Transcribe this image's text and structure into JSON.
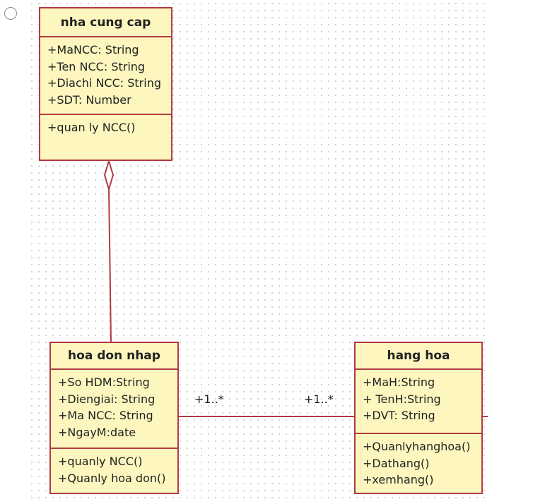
{
  "classes": {
    "nha_cung_cap": {
      "name": "nha cung cap",
      "attributes": [
        "+MaNCC: String",
        "+Ten NCC: String",
        "+Diachi NCC: String",
        "+SDT: Number"
      ],
      "operations": [
        "+quan ly NCC()"
      ]
    },
    "hoa_don_nhap": {
      "name": "hoa don nhap",
      "attributes": [
        "+So HDM:String",
        "+Diengiai: String",
        "+Ma NCC: String",
        "+NgayM:date"
      ],
      "operations": [
        "+quanly NCC()",
        "+Quanly hoa don()"
      ]
    },
    "hang_hoa": {
      "name": "hang hoa",
      "attributes": [
        "+MaH:String",
        "+ TenH:String",
        "+DVT: String"
      ],
      "operations": [
        "+Quanlyhanghoa()",
        "+Dathang()",
        "+xemhang()"
      ]
    }
  },
  "associations": {
    "left_multiplicity": "+1..*",
    "right_multiplicity": "+1..*"
  },
  "colors": {
    "class_fill": "#fdf7bf",
    "border": "#b23a44"
  }
}
